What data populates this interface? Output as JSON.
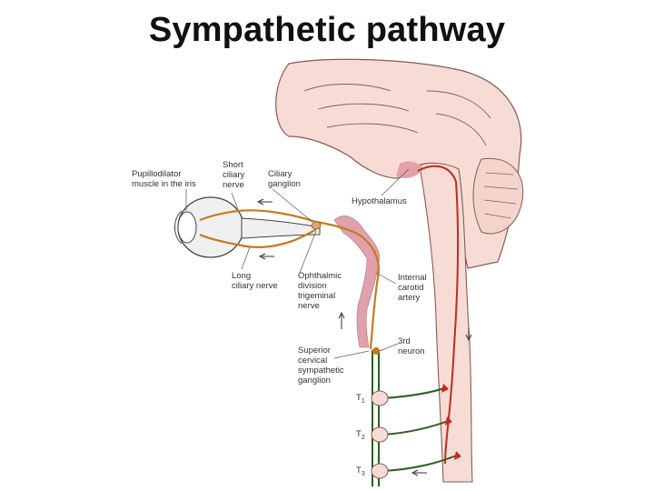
{
  "title": "Sympathetic pathway",
  "labels": {
    "pupillodilator": [
      "Pupillodilator",
      "muscle in the iris"
    ],
    "short_ciliary": [
      "Short",
      "ciliary",
      "nerve"
    ],
    "ciliary_ganglion": [
      "Ciliary",
      "ganglion"
    ],
    "hypothalamus": [
      "Hypothalamus"
    ],
    "long_ciliary": [
      "Long",
      "ciliary nerve"
    ],
    "ophthalmic": [
      "Ophthalmic",
      "division",
      "trigeminal",
      "nerve"
    ],
    "internal_carotid": [
      "Internal",
      "carotid",
      "artery"
    ],
    "third_neuron": [
      "3rd",
      "neuron"
    ],
    "superior_cervical": [
      "Superior",
      "cervical",
      "sympathetic",
      "ganglion"
    ],
    "t1": "T",
    "t1_sub": "1",
    "t2": "T",
    "t2_sub": "2",
    "t3": "T",
    "t3_sub": "3"
  },
  "colors": {
    "brain": "#f7dcd6",
    "brain_outline": "#8a5a55",
    "artery": "#e0a1ad",
    "nerve_orange": "#c8791f",
    "first_neuron": "#c42a1e",
    "preganglionic": "#2f5c22",
    "eye": "#f0f0f0"
  }
}
